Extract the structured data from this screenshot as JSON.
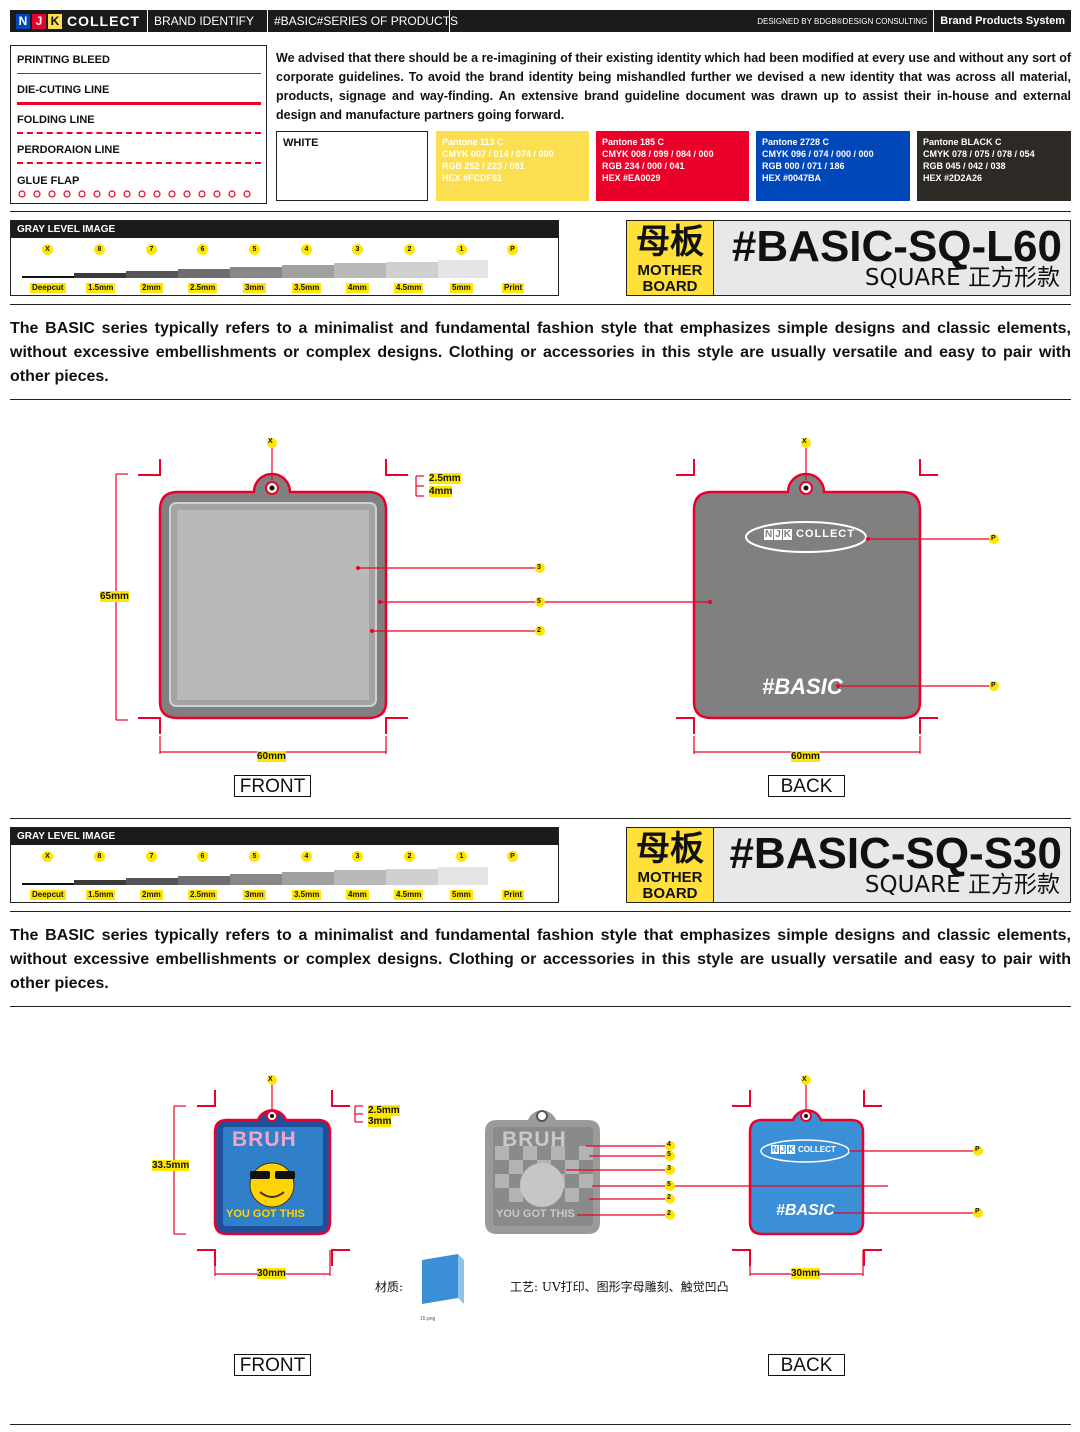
{
  "header": {
    "brand_badge": [
      "N",
      "J",
      "K"
    ],
    "brand_name": "COLLECT",
    "nav_1": "BRAND IDENTIFY",
    "nav_2": "#BASIC#SERIES OF PRODUCTS",
    "designed_by": "DESIGNED BY BDGB®DESIGN CONSULTING",
    "system": "Brand Products System"
  },
  "legend": {
    "printing_bleed": "PRINTING BLEED",
    "die_cutting": "DIE-CUTING LINE",
    "folding": "FOLDING LINE",
    "perforation": "PERDORAION LINE",
    "glue_flap": "GLUE FLAP"
  },
  "intro_text": "We advised that there should be a re-imagining of their existing identity which had been modified at every use and without any sort of corporate guidelines. To avoid the brand identity being mishandled further we devised a new identity that was across all material, products, signage and way-finding. An extensive brand guideline document was drawn up to assist their in-house and external design and manufacture partners going forward.",
  "swatches": [
    {
      "name": "WHITE",
      "lines": [],
      "color": "#FFFFFF",
      "text": "#111111"
    },
    {
      "name": "Pantone 113 C",
      "lines": [
        "CMYK 007 / 014 / 074 / 000",
        "RGB 252 / 223 / 081",
        "HEX #FCDF51"
      ],
      "color": "#FCDF51",
      "text": "#ffffff"
    },
    {
      "name": "Pantone 185 C",
      "lines": [
        "CMYK 008 / 099 / 084 / 000",
        "RGB 234 / 000 / 041",
        "HEX #EA0029"
      ],
      "color": "#EA0029",
      "text": "#ffffff"
    },
    {
      "name": "Pantone 2728 C",
      "lines": [
        "CMYK 096 / 074 / 000 / 000",
        "RGB 000 / 071 / 186",
        "HEX #0047BA"
      ],
      "color": "#0047BA",
      "text": "#ffffff"
    },
    {
      "name": "Pantone BLACK C",
      "lines": [
        "CMYK 078 / 075 / 078 / 054",
        "RGB 045 / 042 / 038",
        "HEX #2D2A26"
      ],
      "color": "#2D2A26",
      "text": "#ffffff"
    }
  ],
  "gray_level": {
    "title": "GRAY LEVEL IMAGE",
    "markers": [
      "X",
      "8",
      "7",
      "6",
      "5",
      "4",
      "3",
      "2",
      "1",
      "P"
    ],
    "labels": [
      "Deepcut",
      "1.5mm",
      "2mm",
      "2.5mm",
      "3mm",
      "3.5mm",
      "4mm",
      "4.5mm",
      "5mm",
      "Print"
    ]
  },
  "section1": {
    "mb_cn": "母板",
    "mb_en1": "MOTHER",
    "mb_en2": "BOARD",
    "code": "#BASIC-SQ-L60",
    "sub": "SQUARE 正方形款",
    "desc": "The BASIC series typically refers to a minimalist and fundamental fashion style that emphasizes simple designs and classic elements, without excessive embellishments or complex designs. Clothing or accessories in this style are usually versatile and easy to pair with other pieces.",
    "dim_height": "65mm",
    "dim_width_front": "60mm",
    "dim_width_back": "60mm",
    "dim_a": "2.5mm",
    "dim_b": "4mm",
    "marker_x": "X",
    "callouts_front": [
      "3",
      "5",
      "2"
    ],
    "callouts_back": [
      "P",
      "P"
    ],
    "logo_text": "COLLECT",
    "basic_text": "#BASIC",
    "front_label": "FRONT",
    "back_label": "BACK"
  },
  "section2": {
    "mb_cn": "母板",
    "mb_en1": "MOTHER",
    "mb_en2": "BOARD",
    "code": "#BASIC-SQ-S30",
    "sub": "SQUARE 正方形款",
    "desc": "The BASIC series typically refers to a minimalist and fundamental fashion style that emphasizes simple designs and classic elements, without excessive embellishments or complex designs. Clothing or accessories in this style are usually versatile and easy to pair with other pieces.",
    "dim_height": "33.5mm",
    "dim_width_front": "30mm",
    "dim_width_back": "30mm",
    "dim_a": "2.5mm",
    "dim_b": "3mm",
    "marker_x": "X",
    "art_top": "BRUH",
    "art_bottom": "YOU GOT THIS",
    "callouts_mid": [
      "4",
      "5",
      "3",
      "5",
      "2",
      "2"
    ],
    "callouts_back": [
      "P",
      "P"
    ],
    "logo_text": "COLLECT",
    "basic_text": "#BASIC",
    "material_label": "材质:",
    "material_file": "15.png",
    "craft_label": "工艺: UV打印、图形字母雕刻、触觉凹凸",
    "front_label": "FRONT",
    "back_label": "BACK"
  }
}
